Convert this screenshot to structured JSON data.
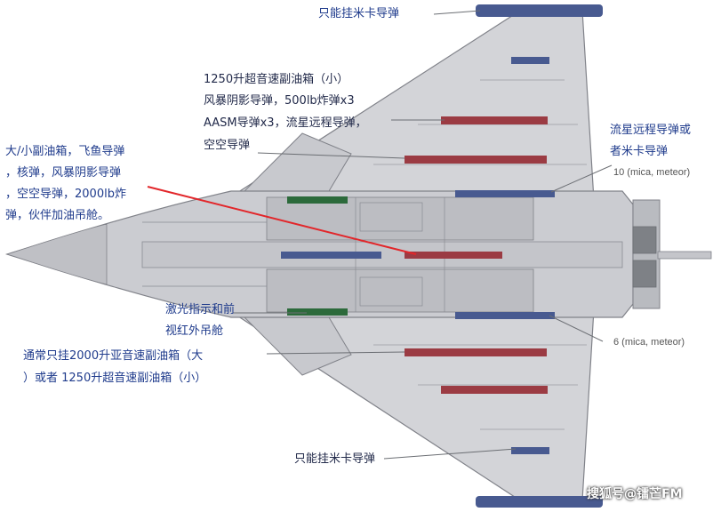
{
  "labels": {
    "mica_only_top": "只能挂米卡导弹",
    "centerline_l1": "大/小副油箱，飞鱼导弹",
    "centerline_l2": "，核弹，风暴阴影导弹",
    "centerline_l3": "，空空导弹，2000lb炸",
    "centerline_l4": "弹，伙伴加油吊舱。",
    "inner_l1": "1250升超音速副油箱（小）",
    "inner_l2": "风暴阴影导弹，500lb炸弹x3",
    "inner_l3": "AASM导弹x3，流星远程导弹，",
    "inner_l4": "空空导弹",
    "meteor_or_mica_l1": "流星远程导弹或",
    "meteor_or_mica_l2": "者米卡导弹",
    "station10": "10 (mica, meteor)",
    "laser_pod_l1": "激光指示和前",
    "laser_pod_l2": "视红外吊舱",
    "station6": "6 (mica, meteor)",
    "tank_l1": "通常只挂2000升亚音速副油箱（大",
    "tank_l2": "）或者 1250升超音速副油箱（小）",
    "mica_only_bottom": "只能挂米卡导弹",
    "watermark": "搜狐号@镭芒FM"
  },
  "colors": {
    "airframe": "#d3d4d8",
    "outline": "#808289",
    "tail_dark": "#7e8186",
    "blue_pylon": "#485a90",
    "red_pylon": "#9b3b43",
    "green_pylon": "#2c6a3b",
    "red_line": "#e2262a",
    "label_blue": "#1f3b8c"
  }
}
